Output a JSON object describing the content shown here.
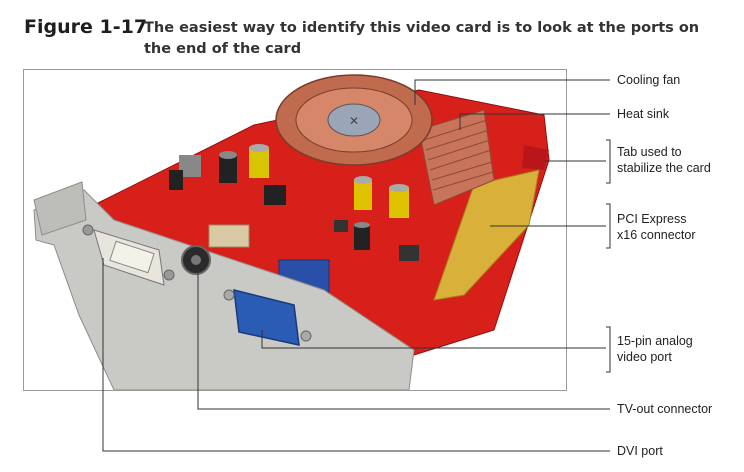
{
  "caption": {
    "figure_number": "Figure 1-17",
    "title": "The easiest way to identify this video card is to look at the ports on the end of the card"
  },
  "photo": {
    "subject": "video card",
    "colors": {
      "board": "#d8201b",
      "bracket": "#c9c9c6",
      "gold": "#d8b03a",
      "vga_port": "#2a5bb5",
      "heatsink": "#c8745a"
    }
  },
  "callouts": [
    {
      "id": "cooling-fan",
      "text": "Cooling fan"
    },
    {
      "id": "heat-sink",
      "text": "Heat sink"
    },
    {
      "id": "tab",
      "text": "Tab used to\nstabilize the card"
    },
    {
      "id": "pci-express",
      "text": "PCI Express\nx16 connector"
    },
    {
      "id": "vga-port",
      "text": "15-pin analog\nvideo port"
    },
    {
      "id": "tv-out",
      "text": "TV-out connector"
    },
    {
      "id": "dvi-port",
      "text": "DVI port"
    }
  ]
}
